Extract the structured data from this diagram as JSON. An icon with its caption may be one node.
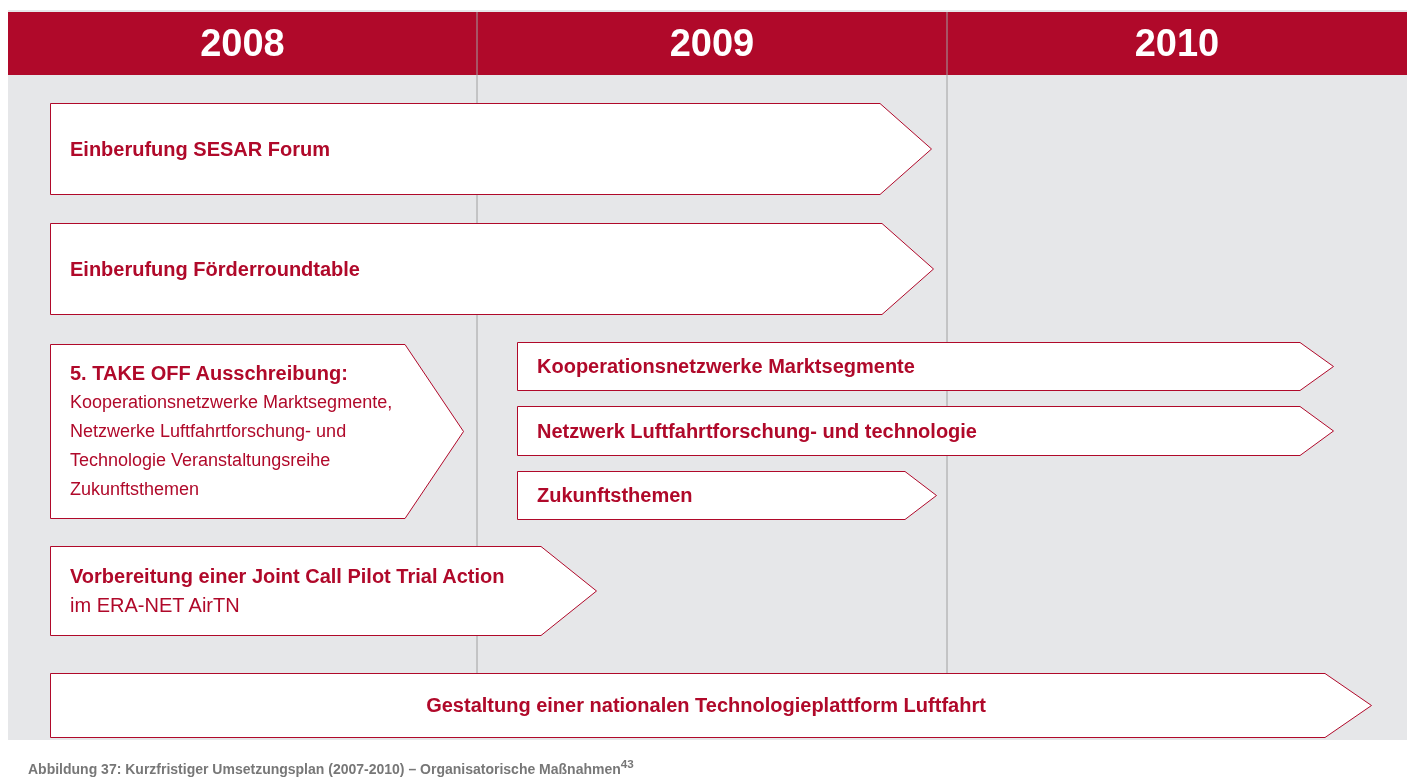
{
  "diagram": {
    "caption": "Abbildung 37: Kurzfristiger Umsetzungsplan (2007-2010) – Organisatorische Maßnahmen$^{43}$",
    "nodes": [
      {
        "text": [
          "Einberufung SESAR Forum"
        ]
      },
      {
        "text": [
          "Einberufung Förderroundtable"
        ]
      },
      {
        "text": [
          "5. TAKE OFF Ausschreibung:",
          "Kooperationsnetzwerke Marktsegmente, Netzwerke Luftfahrtforschung- und Technologie Veranstaltungsreihe Zukunftsthemen"
        ]
      },
      {
        "text": [
          "Kooperationsnetzwerke Marktsegmente"
        ]
      },
      {
        "text": [
          "Netzwerk Luftfahrtforschung- und technologie"
        ]
      },
      {
        "text": [
          "Zukunftsthemen"
        ]
      },
      {
        "text": [
          "Vorbereitung einer Joint Call Pilot Trial Action",
          "im ERA-NET AirTN"
        ]
      },
      {
        "text": [
          "Gestaltung einer nationalen Technologieplattform Luftfahrt"
        ]
      }
    ],
    "labels": [
      "2008",
      "2009",
      "2010"
    ]
  }
}
